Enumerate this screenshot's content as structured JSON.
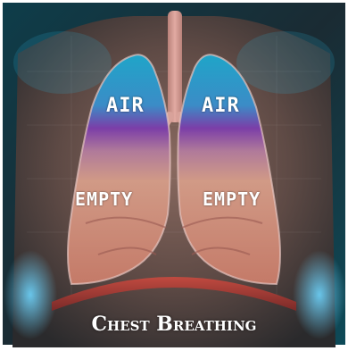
{
  "diagram": {
    "caption": "Chest Breathing",
    "labels": {
      "left_upper": "AIR",
      "right_upper": "AIR",
      "left_lower": "EMPTY",
      "right_lower": "EMPTY"
    },
    "colors": {
      "background": "#5e4a45",
      "air_zone": "#2f9bbf",
      "transition_zone": "#7a3fa8",
      "empty_lung": "#c98a76",
      "trachea": "#d49a92",
      "diaphragm": "#b8413c",
      "frame": "#0d3a45"
    }
  }
}
